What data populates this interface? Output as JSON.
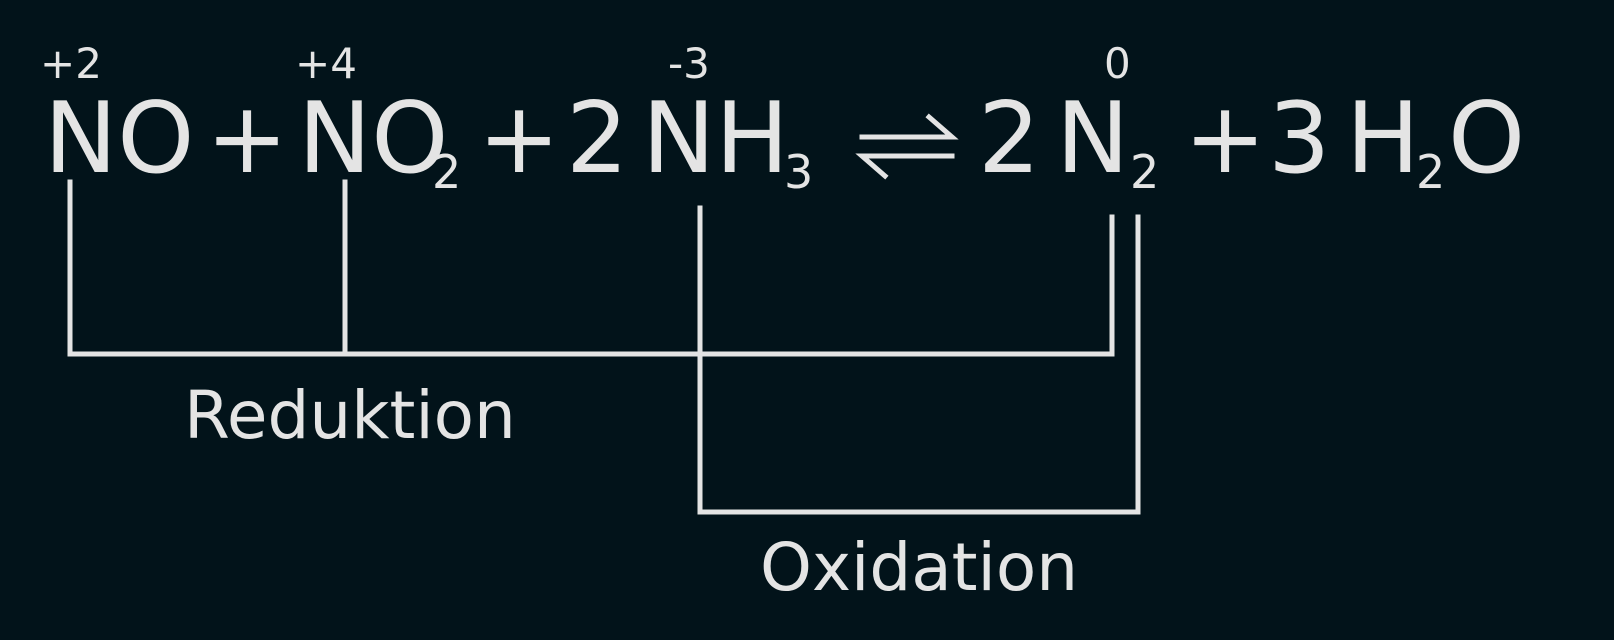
{
  "equation": {
    "species_1": "NO",
    "plus_1": "+",
    "species_2": "NO",
    "species_2_subscript": "2",
    "plus_2": "+",
    "coef_3": "2",
    "species_3": "NH",
    "species_3_subscript": "3",
    "arrow": "⇌",
    "coef_4": "2",
    "species_4": "N",
    "species_4_subscript": "2",
    "plus_3": "+",
    "coef_5": "3",
    "species_5_a": "H",
    "species_5_subscript": "2",
    "species_5_b": "O"
  },
  "oxidation_states": {
    "no": "+2",
    "no2": "+4",
    "nh3": "-3",
    "n2": "0"
  },
  "brackets": {
    "reduction_label": "Reduktion",
    "oxidation_label": "Oxidation"
  },
  "colors": {
    "background": "#02131a",
    "foreground": "#e4e4e4"
  }
}
